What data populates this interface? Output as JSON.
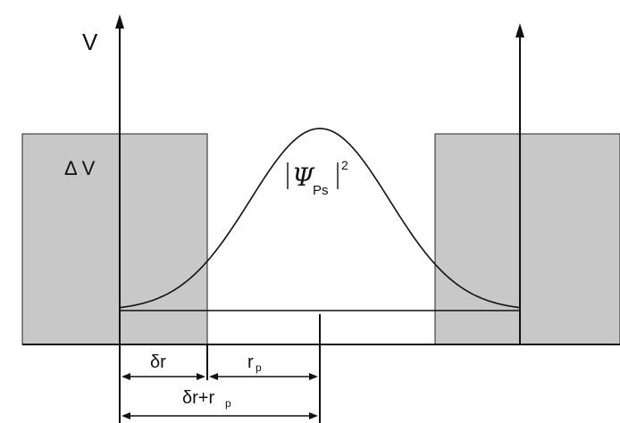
{
  "labels": {
    "potential_axis": "V",
    "barrier_height": "Δ V",
    "psi_symbol": "Ψ",
    "psi_subscript": "Ps",
    "psi_exponent": "2",
    "delta_r": "δr",
    "r_p_main": "r",
    "r_p_sub": "p",
    "sum_main": "δr+r",
    "sum_sub": "p"
  },
  "colors": {
    "barrier_fill": "#c8c8c8",
    "line": "#111111",
    "background": "#ffffff"
  }
}
